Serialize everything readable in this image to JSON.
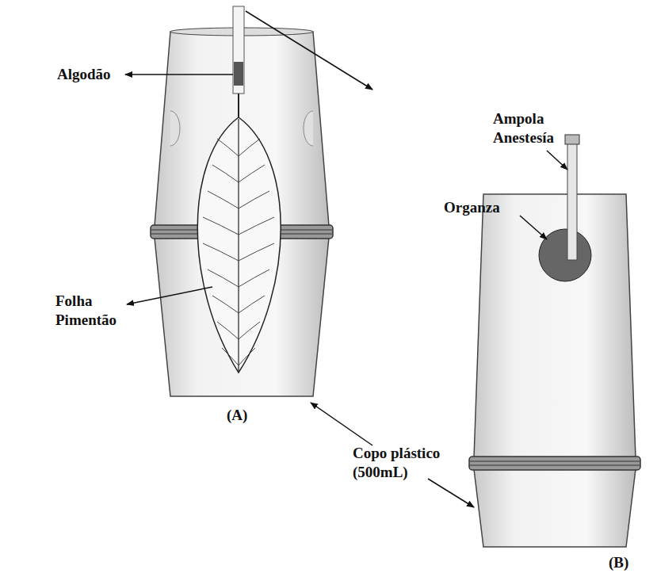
{
  "diagram": {
    "labels": [
      "Algodão",
      "Ampola Anestesía",
      "Organza",
      "Folha Pimentão",
      "Copo plástico (500mL)",
      "(A)",
      "(B)"
    ]
  }
}
